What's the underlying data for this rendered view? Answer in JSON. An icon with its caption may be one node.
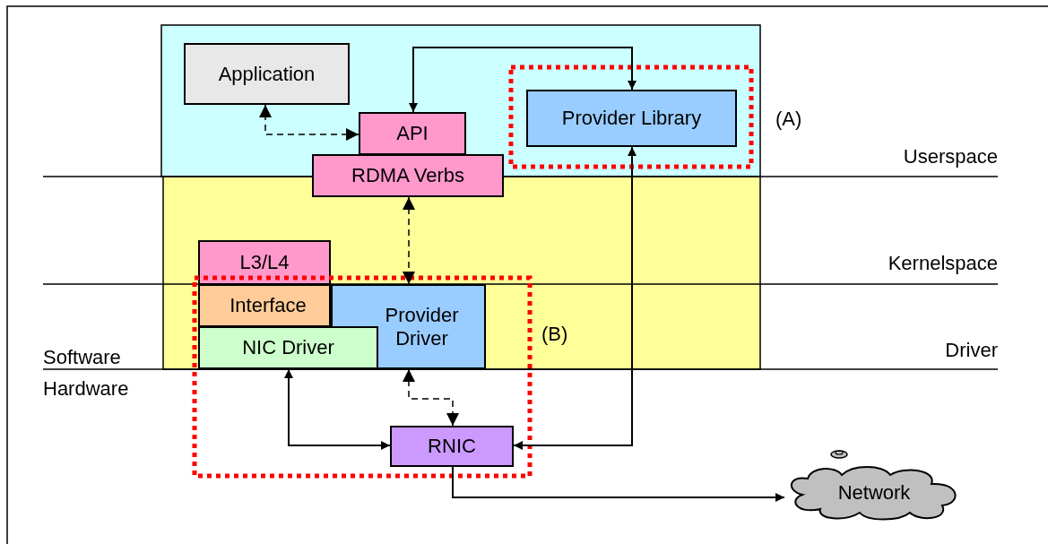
{
  "diagram": {
    "nodes": [
      {
        "text": [
          "Application"
        ]
      },
      {
        "text": [
          "API"
        ]
      },
      {
        "text": [
          "RDMA Verbs"
        ]
      },
      {
        "text": [
          "Provider Library"
        ]
      },
      {
        "text": [
          "L3/L4"
        ]
      },
      {
        "text": [
          "Interface"
        ]
      },
      {
        "text": [
          "Provider Driver"
        ]
      },
      {
        "text": [
          "NIC Driver"
        ]
      },
      {
        "text": [
          "RNIC"
        ]
      },
      {
        "text": [
          "Network"
        ]
      }
    ],
    "edges": [
      {
        "from": 1,
        "to": 0,
        "arrow": "both",
        "style": "dashed"
      },
      {
        "from": 1,
        "to": 3,
        "arrow": "both"
      },
      {
        "from": 2,
        "to": 6,
        "arrow": "both",
        "style": "dashed"
      },
      {
        "from": 6,
        "to": 8,
        "arrow": "both",
        "style": "dashed"
      },
      {
        "from": 7,
        "to": 8,
        "arrow": "both"
      },
      {
        "from": 8,
        "to": 3,
        "arrow": "both"
      },
      {
        "from": 8,
        "to": 9,
        "arrow": "to"
      }
    ],
    "labels": [
      "(A)",
      "Userspace",
      "Kernelspace",
      "(B)",
      "Software",
      "Driver",
      "Hardware"
    ]
  }
}
